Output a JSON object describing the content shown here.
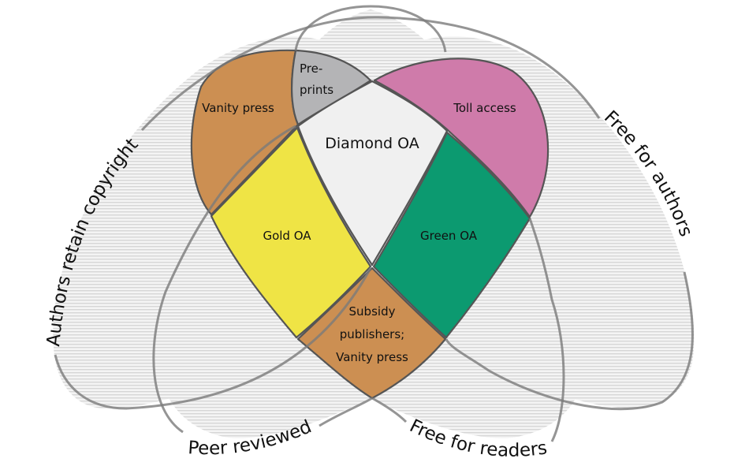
{
  "title": "Open access Venn diagram",
  "sets": [
    {
      "id": "authors-retain-copyright",
      "label": "Authors retain copyright"
    },
    {
      "id": "free-for-authors",
      "label": "Free for authors"
    },
    {
      "id": "peer-reviewed",
      "label": "Peer reviewed"
    },
    {
      "id": "free-for-readers",
      "label": "Free for readers"
    }
  ],
  "regions": [
    {
      "id": "vanity-press-top",
      "lines": [
        "Vanity press"
      ],
      "color": "#cc8f52"
    },
    {
      "id": "preprints",
      "lines": [
        "Pre-",
        "prints"
      ],
      "color": "#b4b4b6"
    },
    {
      "id": "toll-access",
      "lines": [
        "Toll access"
      ],
      "color": "#cf7baa"
    },
    {
      "id": "diamond-oa",
      "lines": [
        "Diamond OA"
      ],
      "color": "#f0f0f0"
    },
    {
      "id": "gold-oa",
      "lines": [
        "Gold OA"
      ],
      "color": "#efe445"
    },
    {
      "id": "green-oa",
      "lines": [
        "Green OA"
      ],
      "color": "#0c9a70"
    },
    {
      "id": "subsidy-vanity",
      "lines": [
        "Subsidy",
        "publishers;",
        "Vanity press"
      ],
      "color": "#cc8f52"
    }
  ],
  "background_fill": "#e9e9e9"
}
